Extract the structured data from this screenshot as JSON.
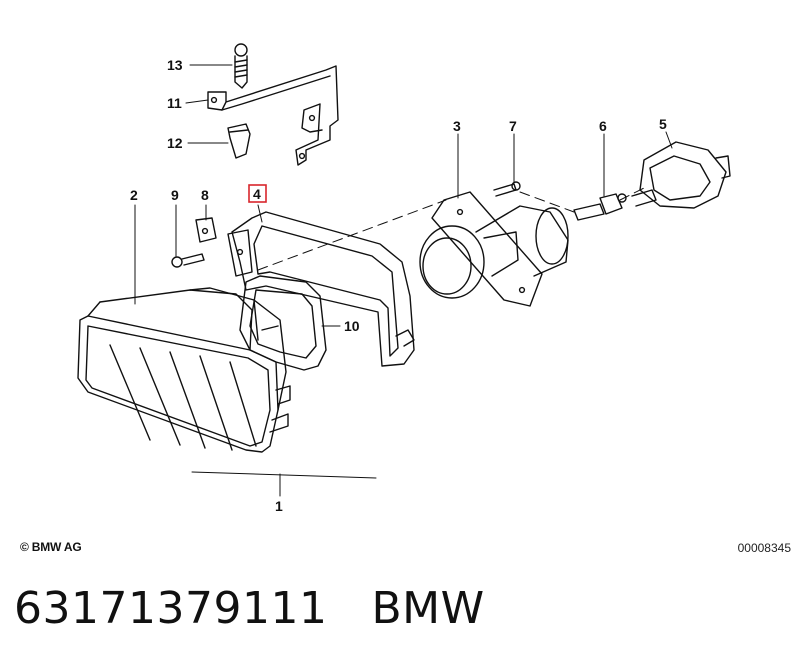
{
  "callouts": {
    "c1": "1",
    "c2": "2",
    "c3": "3",
    "c4": "4",
    "c5": "5",
    "c6": "6",
    "c7": "7",
    "c8": "8",
    "c9": "9",
    "c10": "10",
    "c11": "11",
    "c12": "12",
    "c13": "13"
  },
  "highlight_color": "#d9262c",
  "footer": {
    "copyright": "© BMW AG",
    "catalog_id": "00008345"
  },
  "caption": {
    "part_number": "63171379111",
    "brand": "BMW"
  }
}
